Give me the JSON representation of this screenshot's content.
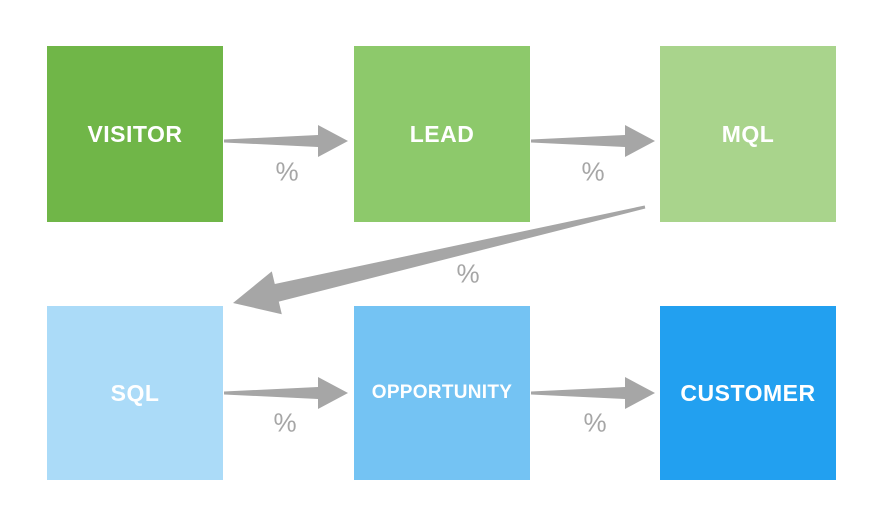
{
  "diagram": {
    "background_color": "#FFFFFF",
    "arrow_color": "#A6A6A6",
    "node_label_color": "#FFFFFF",
    "nodes": [
      {
        "id": "visitor",
        "label": "VISITOR",
        "color": "#70B648"
      },
      {
        "id": "lead",
        "label": "LEAD",
        "color": "#8DC96B"
      },
      {
        "id": "mql",
        "label": "MQL",
        "color": "#A9D48C"
      },
      {
        "id": "sql",
        "label": "SQL",
        "color": "#ABDBF8"
      },
      {
        "id": "opportunity",
        "label": "OPPORTUNITY",
        "color": "#74C3F3"
      },
      {
        "id": "customer",
        "label": "CUSTOMER",
        "color": "#22A0F0"
      }
    ],
    "connections": [
      {
        "from": "VISITOR",
        "to": "LEAD",
        "label": "%"
      },
      {
        "from": "LEAD",
        "to": "MQL",
        "label": "%"
      },
      {
        "from": "MQL",
        "to": "SQL",
        "label": "%"
      },
      {
        "from": "SQL",
        "to": "OPPORTUNITY",
        "label": "%"
      },
      {
        "from": "OPPORTUNITY",
        "to": "CUSTOMER",
        "label": "%"
      }
    ]
  }
}
